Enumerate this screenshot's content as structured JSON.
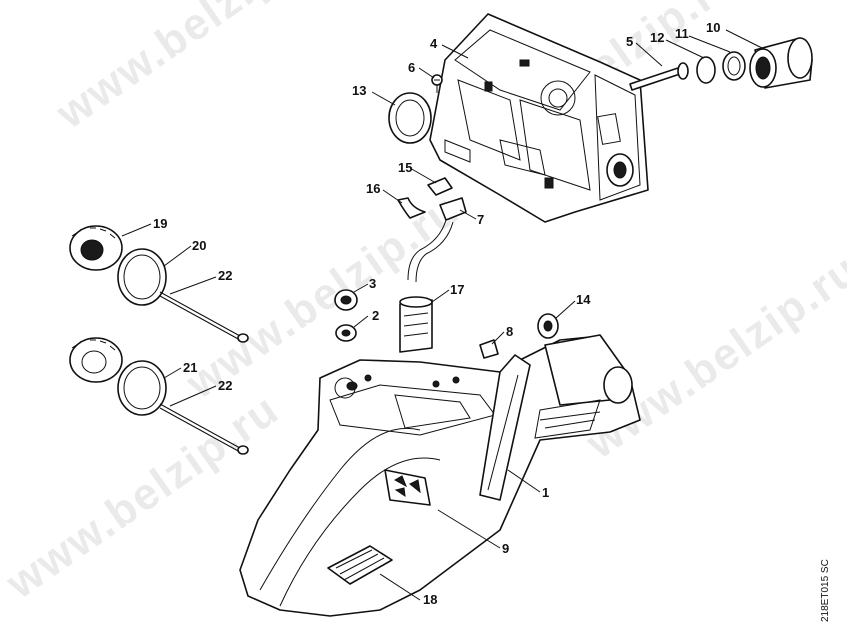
{
  "watermark": "www.belzip.ru",
  "reference_code": "218ET015 SC",
  "parts": [
    {
      "id": "part-1",
      "label": "1"
    },
    {
      "id": "part-2",
      "label": "2"
    },
    {
      "id": "part-3",
      "label": "3"
    },
    {
      "id": "part-4",
      "label": "4"
    },
    {
      "id": "part-5",
      "label": "5"
    },
    {
      "id": "part-6",
      "label": "6"
    },
    {
      "id": "part-7",
      "label": "7"
    },
    {
      "id": "part-8",
      "label": "8"
    },
    {
      "id": "part-9",
      "label": "9"
    },
    {
      "id": "part-10",
      "label": "10"
    },
    {
      "id": "part-11",
      "label": "11"
    },
    {
      "id": "part-12",
      "label": "12"
    },
    {
      "id": "part-13",
      "label": "13"
    },
    {
      "id": "part-14",
      "label": "14"
    },
    {
      "id": "part-15",
      "label": "15"
    },
    {
      "id": "part-16",
      "label": "16"
    },
    {
      "id": "part-17",
      "label": "17"
    },
    {
      "id": "part-18",
      "label": "18"
    },
    {
      "id": "part-19",
      "label": "19"
    },
    {
      "id": "part-20",
      "label": "20"
    },
    {
      "id": "part-21",
      "label": "21"
    },
    {
      "id": "part-22a",
      "label": "22"
    },
    {
      "id": "part-22b",
      "label": "22"
    }
  ]
}
